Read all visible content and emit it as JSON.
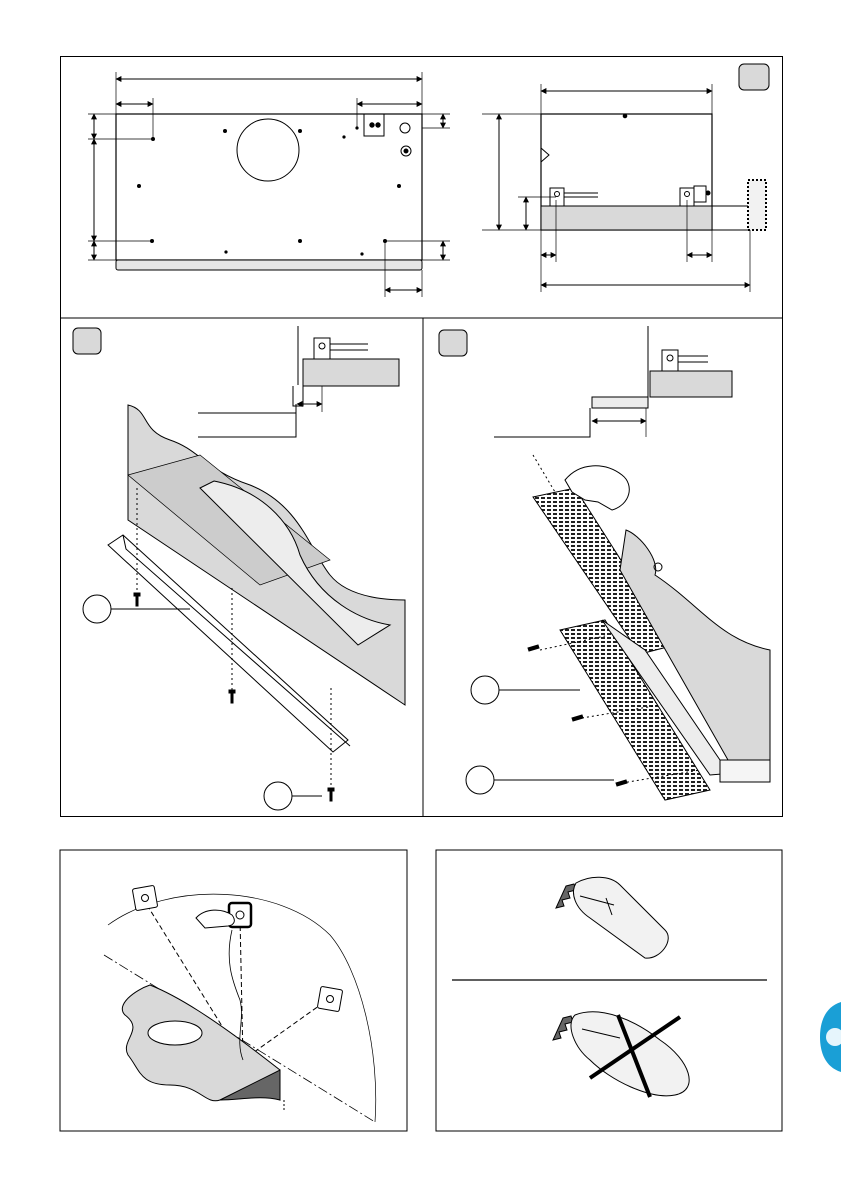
{
  "page": {
    "background": "#ffffff",
    "line_color": "#000000",
    "panel_fill": "#d9d9d9",
    "accent_tab_color": "#1a9fd6"
  },
  "top_frame": {
    "panels": [
      {
        "name": "dimension-plan-view",
        "has_step_badge": false
      },
      {
        "name": "dimension-side-view",
        "has_step_badge": true
      },
      {
        "name": "front-bracket-installation",
        "has_step_badge": true,
        "callouts": 2
      },
      {
        "name": "grille-filter-installation",
        "has_step_badge": true,
        "callouts": 2
      }
    ]
  },
  "bottom_left_frame": {
    "name": "wall-bracket-positioning"
  },
  "bottom_right_frame": {
    "name": "bulb-type-guide",
    "bulbs": [
      {
        "shape": "tubular",
        "allowed": true
      },
      {
        "shape": "candle",
        "allowed": false
      }
    ]
  },
  "side_tab": {
    "icon": "language-tab-icon"
  }
}
